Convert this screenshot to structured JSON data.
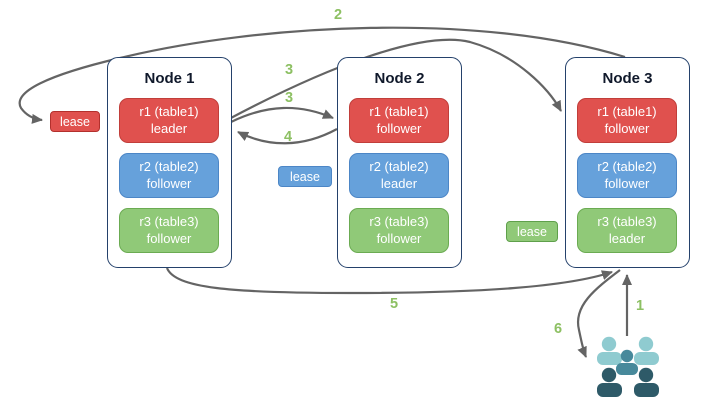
{
  "diagram": {
    "nodes": [
      {
        "title": "Node 1",
        "replicas": [
          {
            "name": "r1 (table1)",
            "role": "leader",
            "color": "#E0514E"
          },
          {
            "name": "r2 (table2)",
            "role": "follower",
            "color": "#66A1DB"
          },
          {
            "name": "r3 (table3)",
            "role": "follower",
            "color": "#90C978"
          }
        ]
      },
      {
        "title": "Node 2",
        "replicas": [
          {
            "name": "r1 (table1)",
            "role": "follower",
            "color": "#E0514E"
          },
          {
            "name": "r2 (table2)",
            "role": "leader",
            "color": "#66A1DB"
          },
          {
            "name": "r3 (table3)",
            "role": "follower",
            "color": "#90C978"
          }
        ]
      },
      {
        "title": "Node 3",
        "replicas": [
          {
            "name": "r1 (table1)",
            "role": "follower",
            "color": "#E0514E"
          },
          {
            "name": "r2 (table2)",
            "role": "follower",
            "color": "#66A1DB"
          },
          {
            "name": "r3 (table3)",
            "role": "leader",
            "color": "#90C978"
          }
        ]
      }
    ],
    "leases": [
      {
        "label": "lease",
        "color": "#E0514E",
        "attached_to": "Node 1 / r1 leader"
      },
      {
        "label": "lease",
        "color": "#66A1DB",
        "attached_to": "Node 2 / r2 leader"
      },
      {
        "label": "lease",
        "color": "#90C978",
        "attached_to": "Node 3 / r3 leader"
      }
    ],
    "step_labels": {
      "s1": "1",
      "s2": "2",
      "s3a": "3",
      "s3b": "3",
      "s4": "4",
      "s5": "5",
      "s6": "6"
    },
    "colors": {
      "arrow": "#646464",
      "step_label": "#8DC063",
      "node_border": "#24416B",
      "replica_red": "#E0514E",
      "replica_blue": "#66A1DB",
      "replica_green": "#90C978",
      "users_light": "#8FCBD0",
      "users_medium": "#47899B",
      "users_dark": "#2E5A68"
    }
  }
}
